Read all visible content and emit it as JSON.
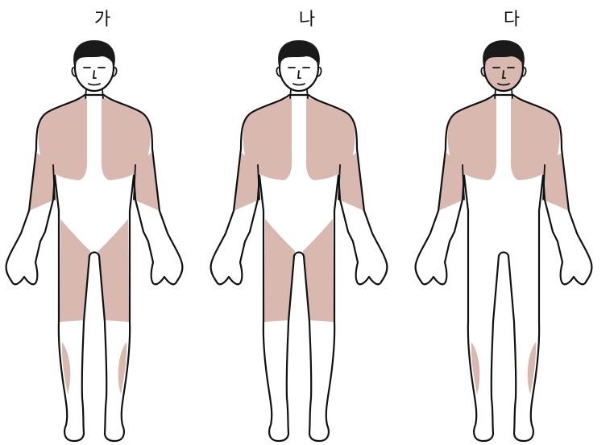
{
  "figures": [
    {
      "label": "가",
      "head": "plain",
      "regions": [
        "shoulders-chest",
        "upper-arms",
        "thighs",
        "calves"
      ]
    },
    {
      "label": "나",
      "head": "plain",
      "regions": [
        "shoulders-chest",
        "upper-arms",
        "thighs"
      ]
    },
    {
      "label": "다",
      "head": "shaded",
      "regions": [
        "shoulders-chest",
        "upper-arms",
        "calves"
      ]
    }
  ],
  "colors": {
    "shade": "#d9b8b0",
    "outline": "#111111",
    "hair": "#1a1a1a"
  }
}
